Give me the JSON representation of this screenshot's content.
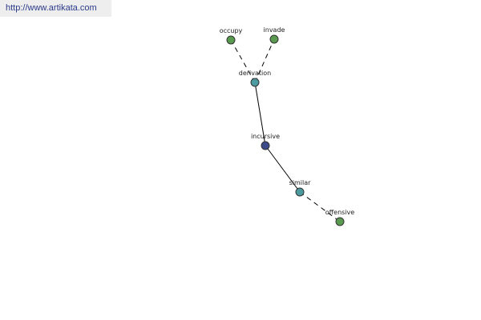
{
  "source_link": "http://www.artikata.com",
  "colors": {
    "synonym_node": "#5a9a50",
    "related_node": "#4a9aa0",
    "center_node": "#3a4a8a",
    "node_stroke": "#333333",
    "edge": "#000000"
  },
  "graph": {
    "center": "incursive",
    "nodes": [
      {
        "id": "occupy",
        "label": "occupy",
        "kind": "synonym_node"
      },
      {
        "id": "invade",
        "label": "invade",
        "kind": "synonym_node"
      },
      {
        "id": "derivation",
        "label": "derivation",
        "kind": "related_node"
      },
      {
        "id": "incursive",
        "label": "incursive",
        "kind": "center_node"
      },
      {
        "id": "similar",
        "label": "similar",
        "kind": "related_node"
      },
      {
        "id": "offensive",
        "label": "offensive",
        "kind": "synonym_node"
      }
    ],
    "edges": [
      {
        "from": "derivation",
        "to": "occupy",
        "style": "dashed"
      },
      {
        "from": "derivation",
        "to": "invade",
        "style": "dashed"
      },
      {
        "from": "incursive",
        "to": "derivation",
        "style": "solid"
      },
      {
        "from": "incursive",
        "to": "similar",
        "style": "solid"
      },
      {
        "from": "similar",
        "to": "offensive",
        "style": "dashed"
      }
    ]
  }
}
